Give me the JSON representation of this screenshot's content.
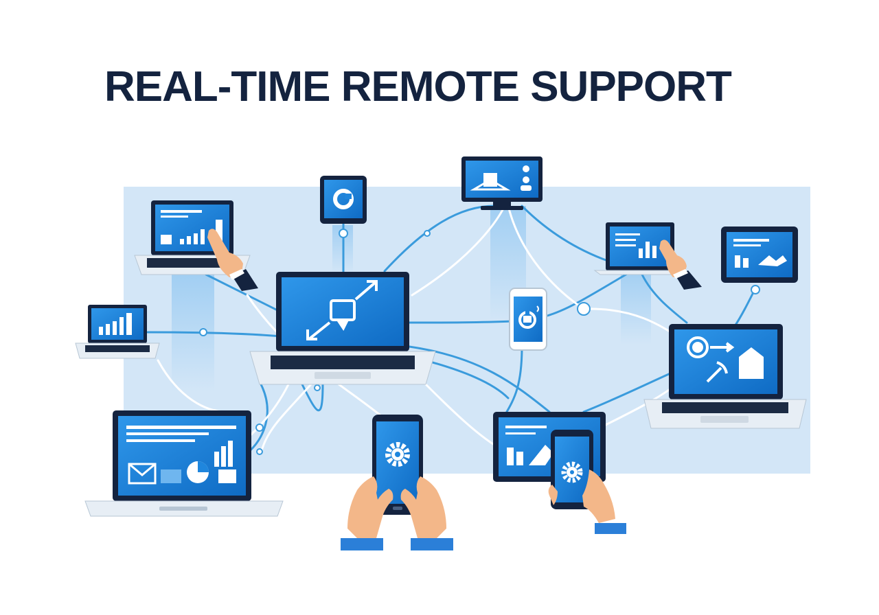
{
  "page": {
    "title": "REAL-TIME REMOTE SUPPORT"
  },
  "colors": {
    "background": "#ffffff",
    "panel": "#d3e6f7",
    "frame": "#14233f",
    "screen": "#1f86dd",
    "screen_dark": "#0f6bc4",
    "line_dark": "#3a9bdc",
    "line_light": "#ffffff",
    "skin": "#f3b789",
    "cuff": "#2b7fd8",
    "sleeve": "#14233f"
  },
  "illustration": {
    "devices": [
      {
        "kind": "laptop",
        "name": "laptop-top-left",
        "icon": "bar-chart-icon"
      },
      {
        "kind": "tablet",
        "name": "tablet-top-small",
        "icon": "refresh-icon"
      },
      {
        "kind": "monitor",
        "name": "monitor-top-center",
        "icon": "dashboard-icon"
      },
      {
        "kind": "laptop",
        "name": "laptop-left-small",
        "icon": "bar-chart-icon"
      },
      {
        "kind": "laptop",
        "name": "laptop-center-main",
        "icon": "remote-connect-icon"
      },
      {
        "kind": "phone",
        "name": "phone-center-right",
        "icon": "sync-icon"
      },
      {
        "kind": "laptop",
        "name": "laptop-right-upper",
        "icon": "bar-chart-icon"
      },
      {
        "kind": "tablet",
        "name": "tablet-right",
        "icon": "chart-icon"
      },
      {
        "kind": "laptop",
        "name": "laptop-right-main",
        "icon": "target-icon"
      },
      {
        "kind": "laptop",
        "name": "laptop-bottom-left",
        "icon": "analytics-icon"
      },
      {
        "kind": "phone",
        "name": "phone-bottom-center",
        "icon": "gear-icon"
      },
      {
        "kind": "tablet",
        "name": "tablet-bottom-right",
        "icon": "chart-icon"
      },
      {
        "kind": "phone",
        "name": "phone-bottom-right",
        "icon": "gear-icon"
      }
    ],
    "hands": [
      "pointing-hand-icon",
      "pointing-hand-icon",
      "holding-hands-icon",
      "holding-hand-icon"
    ]
  }
}
